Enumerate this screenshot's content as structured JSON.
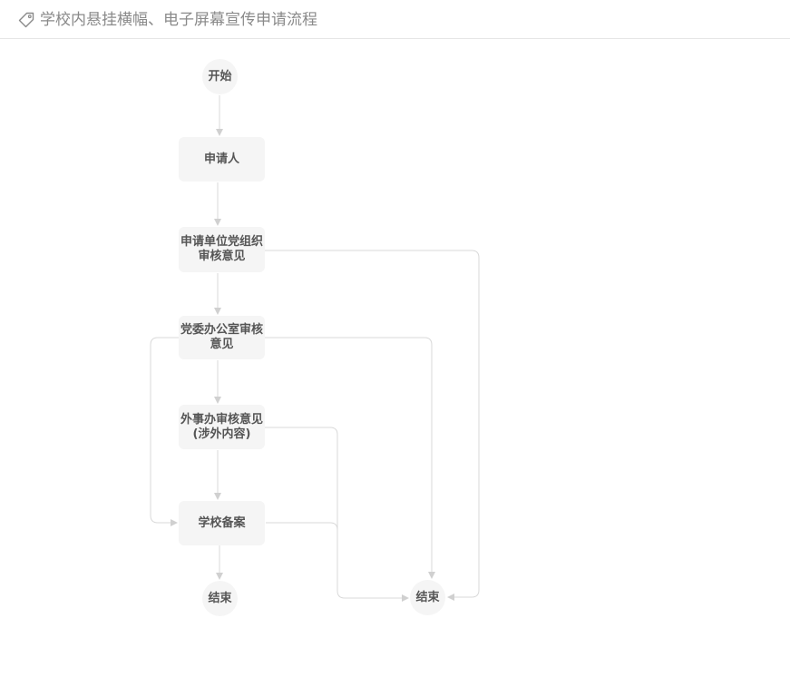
{
  "header": {
    "icon": "tag-icon",
    "title": "学校内悬挂横幅、电子屏幕宣传申请流程"
  },
  "flow": {
    "start": "开始",
    "applicant": "申请人",
    "unit_party_review": {
      "line1": "申请单位党组织",
      "line2": "审核意见"
    },
    "party_office_review": {
      "line1": "党委办公室审核",
      "line2": "意见"
    },
    "foreign_affairs_review": {
      "line1": "外事办审核意见",
      "line2": "(涉外内容)"
    },
    "school_record": "学校备案",
    "end_left": "结束",
    "end_right": "结束"
  },
  "colors": {
    "node_fill": "#f5f5f5",
    "edge": "#d9d9d9",
    "text": "#555555",
    "title": "#8a8a8a"
  }
}
